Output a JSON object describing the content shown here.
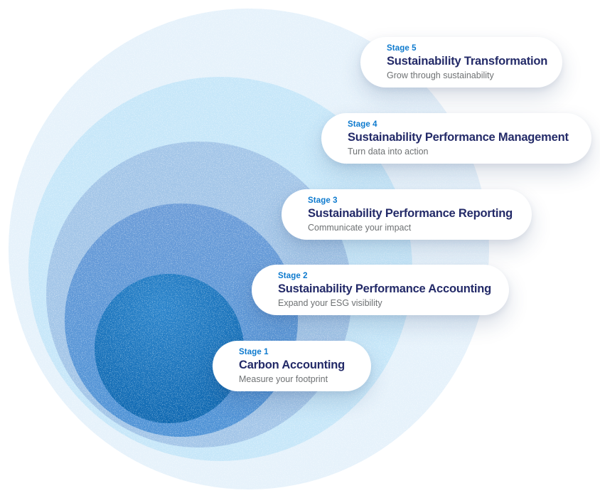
{
  "stages": [
    {
      "label": "Stage 1",
      "title": "Carbon Accounting",
      "subtitle": "Measure your footprint"
    },
    {
      "label": "Stage 2",
      "title": "Sustainability Performance Accounting",
      "subtitle": "Expand your ESG visibility"
    },
    {
      "label": "Stage 3",
      "title": "Sustainability Performance Reporting",
      "subtitle": "Communicate your impact"
    },
    {
      "label": "Stage 4",
      "title": "Sustainability Performance Management",
      "subtitle": "Turn data into action"
    },
    {
      "label": "Stage 5",
      "title": "Sustainability Transformation",
      "subtitle": "Grow through sustainability"
    }
  ],
  "colors": {
    "stage_label_blue": "#0d7ace",
    "title_navy": "#232a68",
    "subtitle_gray": "#6e7173",
    "circle_stage5": "#e6f2fb",
    "circle_stage4": "#c7e7f9",
    "circle_stage3": "#a4c6e8",
    "circle_stage2_top": "#6d9dd8",
    "circle_stage2_bottom": "#4f93d6",
    "circle_stage1_top": "#2e86cc",
    "circle_stage1_bottom": "#0a63ac"
  }
}
